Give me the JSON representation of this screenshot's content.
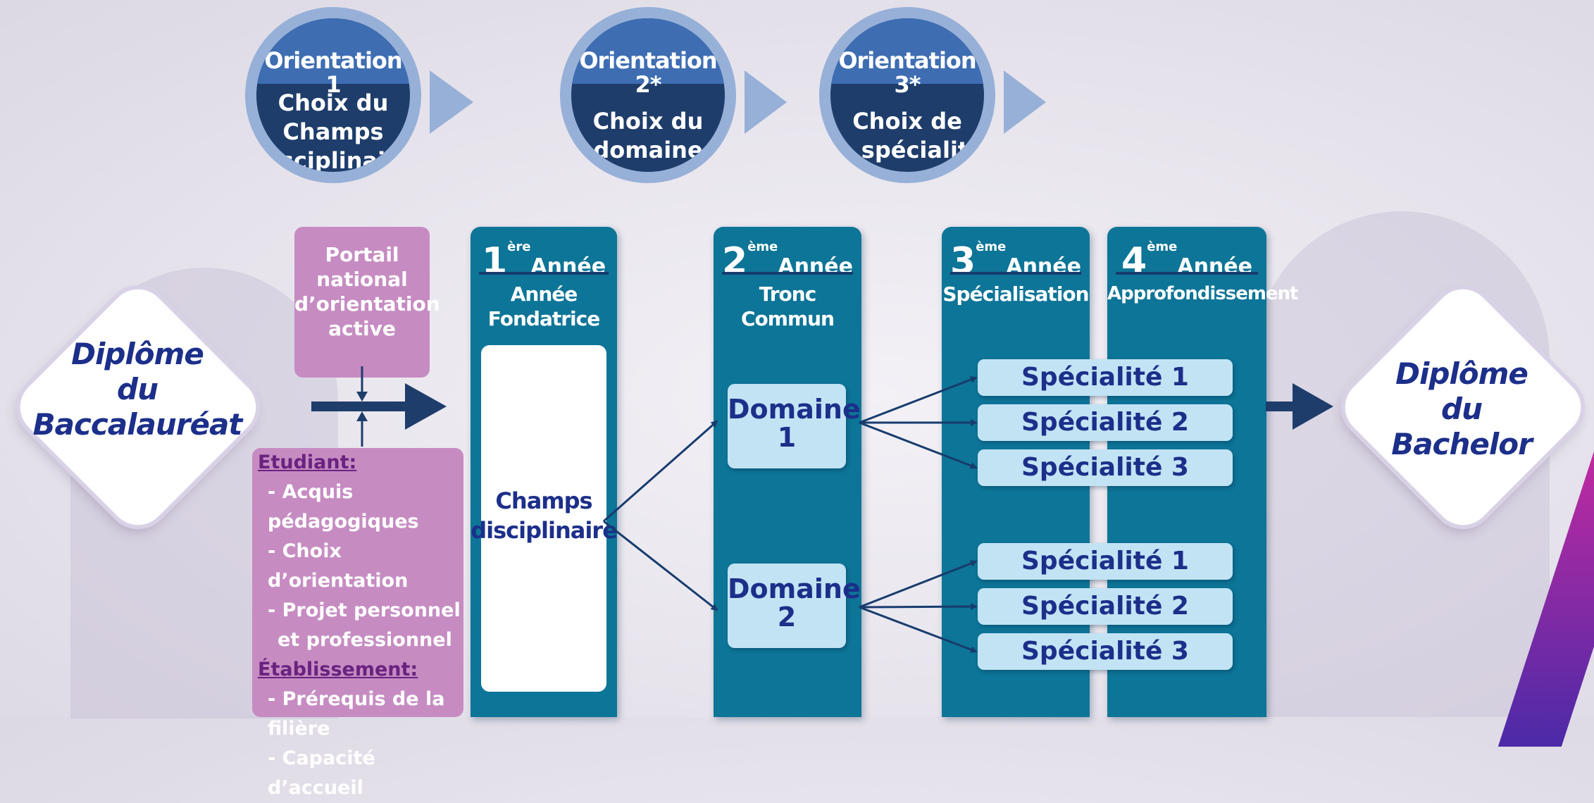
{
  "orientations": [
    {
      "title": "Orientation 1",
      "lines": [
        "Choix du",
        "Champs",
        "disciplinaire"
      ]
    },
    {
      "title": "Orientation 2*",
      "lines": [
        "Choix du",
        "domaine"
      ]
    },
    {
      "title": "Orientation 3*",
      "lines": [
        "Choix de",
        "la spécialité"
      ]
    }
  ],
  "bac": [
    "Diplôme",
    "du",
    "Baccalauréat"
  ],
  "bachelor": [
    "Diplôme",
    "du",
    "Bachelor"
  ],
  "portal": [
    "Portail",
    "national",
    "d’orientation",
    "active"
  ],
  "criteria": {
    "student_heading": "Etudiant:",
    "student_items": [
      "- Acquis",
      "pédagogiques",
      "- Choix d’orientation",
      "- Projet personnel",
      "et professionnel"
    ],
    "school_heading": "Établissement:",
    "school_items": [
      "- Prérequis de la filière",
      "- Capacité d’accueil"
    ]
  },
  "years": [
    {
      "num": "1",
      "sup": "ère",
      "label": "Année",
      "sub": [
        "Année",
        "Fondatrice"
      ]
    },
    {
      "num": "2",
      "sup": "ème",
      "label": "Année",
      "sub": [
        "Tronc",
        "Commun"
      ]
    },
    {
      "num": "3",
      "sup": "ème",
      "label": "Année",
      "sub": [
        "Spécialisation"
      ]
    },
    {
      "num": "4",
      "sup": "ème",
      "label": "Année",
      "sub": [
        "Approfondissement"
      ]
    }
  ],
  "champs": [
    "Champs",
    "disciplinaire"
  ],
  "domains": [
    {
      "label": "Domaine",
      "num": "1"
    },
    {
      "label": "Domaine",
      "num": "2"
    }
  ],
  "specialities": [
    "Spécialité 1",
    "Spécialité 2",
    "Spécialité 3",
    "Spécialité 1",
    "Spécialité 2",
    "Spécialité 3"
  ],
  "colors": {
    "navy": "#1e3d6b",
    "teal": "#0d7597",
    "pink": "#c68cc2",
    "light_blue": "#c2e3f4",
    "text_blue": "#1c2f8a"
  }
}
